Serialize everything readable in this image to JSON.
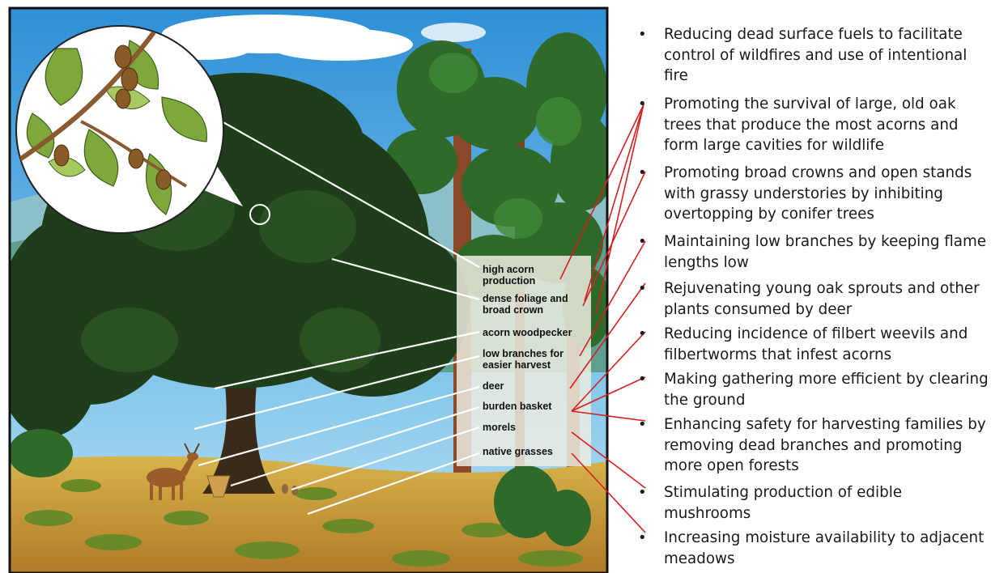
{
  "callout_labels": [
    "high acorn\nproduction",
    "dense foliage and\nbroad crown",
    "acorn woodpecker",
    "low branches for\neasier harvest",
    "deer",
    "burden basket",
    "morels",
    "native grasses"
  ],
  "fire_benefits": [
    "Reducing dead surface fuels to facilitate control of wildfires and use of intentional fire",
    "Promoting the survival of large, old oak trees that produce the most acorns and form large cavities for wildlife",
    "Promoting broad crowns and open stands with grassy understories by inhibiting overtopping by conifer trees",
    "Maintaining low branches by keeping flame lengths low",
    "Rejuvenating young oak sprouts and other plants consumed by deer",
    "Reducing incidence of filbert weevils and filbertworms that infest acorns",
    "Making gathering more efficient by clearing the ground",
    "Enhancing safety for harvesting families by removing dead branches and promoting more open forests",
    "Stimulating production of edible mushrooms",
    "Increasing moisture availability to adjacent meadows"
  ],
  "colors": {
    "connector_line": "#d42020",
    "leader_line": "#ffffff",
    "sky": "#4aa3de",
    "oak_foliage": "#1f3d1a",
    "ground": "#c79a3a"
  }
}
